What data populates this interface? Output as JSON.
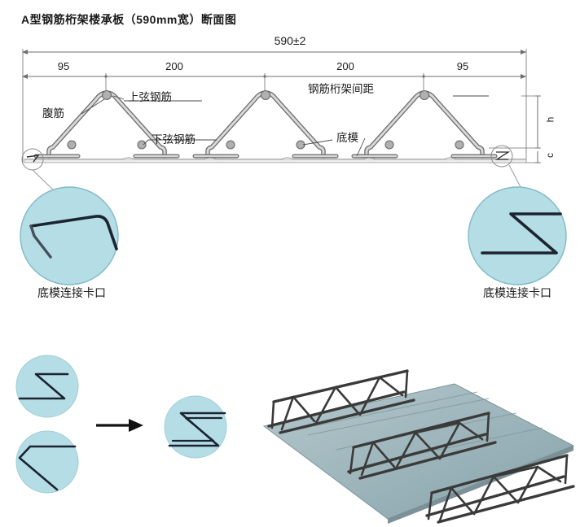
{
  "header": {
    "title": "A型钢筋桁架楼承板（590mm宽）断面图"
  },
  "section_drawing": {
    "overall_dimension": "590±2",
    "dimension_chain": [
      "95",
      "200",
      "200",
      "95"
    ],
    "vertical_dimensions": {
      "height": "h",
      "cover": "c"
    },
    "callouts": {
      "web_bar": "腹筋",
      "top_chord": "上弦钢筋",
      "bottom_chord": "下弦钢筋",
      "truss_spacing": "钢筋桁架间距",
      "bottom_formwork": "底模"
    }
  },
  "details": {
    "left_caption": "底模连接卡口",
    "right_caption": "底模连接卡口"
  },
  "colors": {
    "detail_circle_fill": "#b5dde6",
    "detail_circle_stroke": "#7fb9c6",
    "rebar_stroke": "#6b6b6b",
    "rebar_fill": "#d8d8d8",
    "node_fill": "#b0b0b0",
    "deck_stroke": "#8a8a8a",
    "hook_stroke": "#1b2430",
    "dim_line": "#6f6f6f",
    "deck_3d": "#9fb8bd",
    "truss_3d": "#3a3a3a"
  }
}
